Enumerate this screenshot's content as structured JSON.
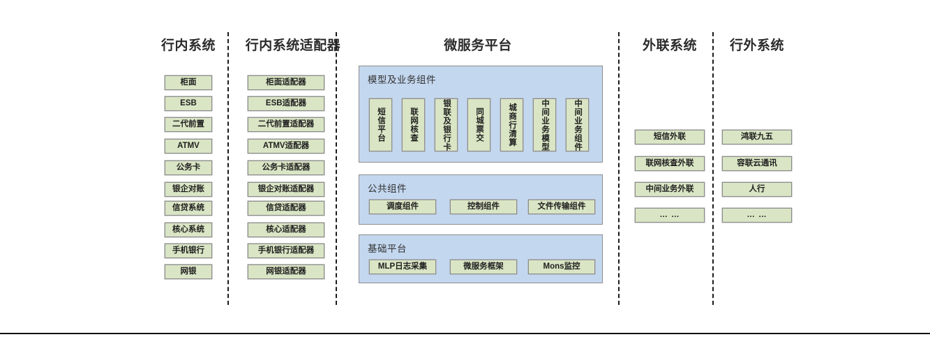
{
  "columns": [
    {
      "id": "in-bank-systems",
      "title": "行内系统",
      "nodes": [
        "柜面",
        "ESB",
        "二代前置",
        "ATMV",
        "公务卡",
        "银企对账",
        "信贷系统",
        "核心系统",
        "手机银行",
        "网银"
      ]
    },
    {
      "id": "in-bank-adapters",
      "title": "行内系统适配器",
      "nodes": [
        "柜面适配器",
        "ESB适配器",
        "二代前置适配器",
        "ATMV适配器",
        "公务卡适配器",
        "银企对账适配器",
        "信贷适配器",
        "核心适配器",
        "手机银行适配器",
        "网银适配器"
      ]
    },
    {
      "id": "microservice-platform",
      "title": "微服务平台"
    },
    {
      "id": "external-link-systems",
      "title": "外联系统",
      "nodes": [
        "短信外联",
        "联网核查外联",
        "中间业务外联",
        "… …"
      ]
    },
    {
      "id": "out-of-bank-systems",
      "title": "行外系统",
      "nodes": [
        "鸿联九五",
        "容联云通讯",
        "人行",
        "… …"
      ]
    }
  ],
  "platform": {
    "panels": [
      {
        "id": "model-business-components",
        "title": "模型及业务组件",
        "orientation": "vertical",
        "nodes": [
          "短信平台",
          "联网核查",
          "银联及银行卡",
          "同城票交",
          "城商行清算",
          "中间业务模型",
          "中间业务组件"
        ]
      },
      {
        "id": "public-components",
        "title": "公共组件",
        "orientation": "horizontal",
        "nodes": [
          "调度组件",
          "控制组件",
          "文件传输组件"
        ]
      },
      {
        "id": "base-platform",
        "title": "基础平台",
        "orientation": "horizontal",
        "nodes": [
          "MLP日志采集",
          "微服务框架",
          "Mons监控"
        ]
      }
    ]
  },
  "colors": {
    "node_fill": "#d9e5c4",
    "node_border": "#8d8d8d",
    "panel_fill": "#c3d7ef",
    "panel_border": "#8d8d8d",
    "divider": "#1b1b1b",
    "text": "#1f1f1f"
  }
}
